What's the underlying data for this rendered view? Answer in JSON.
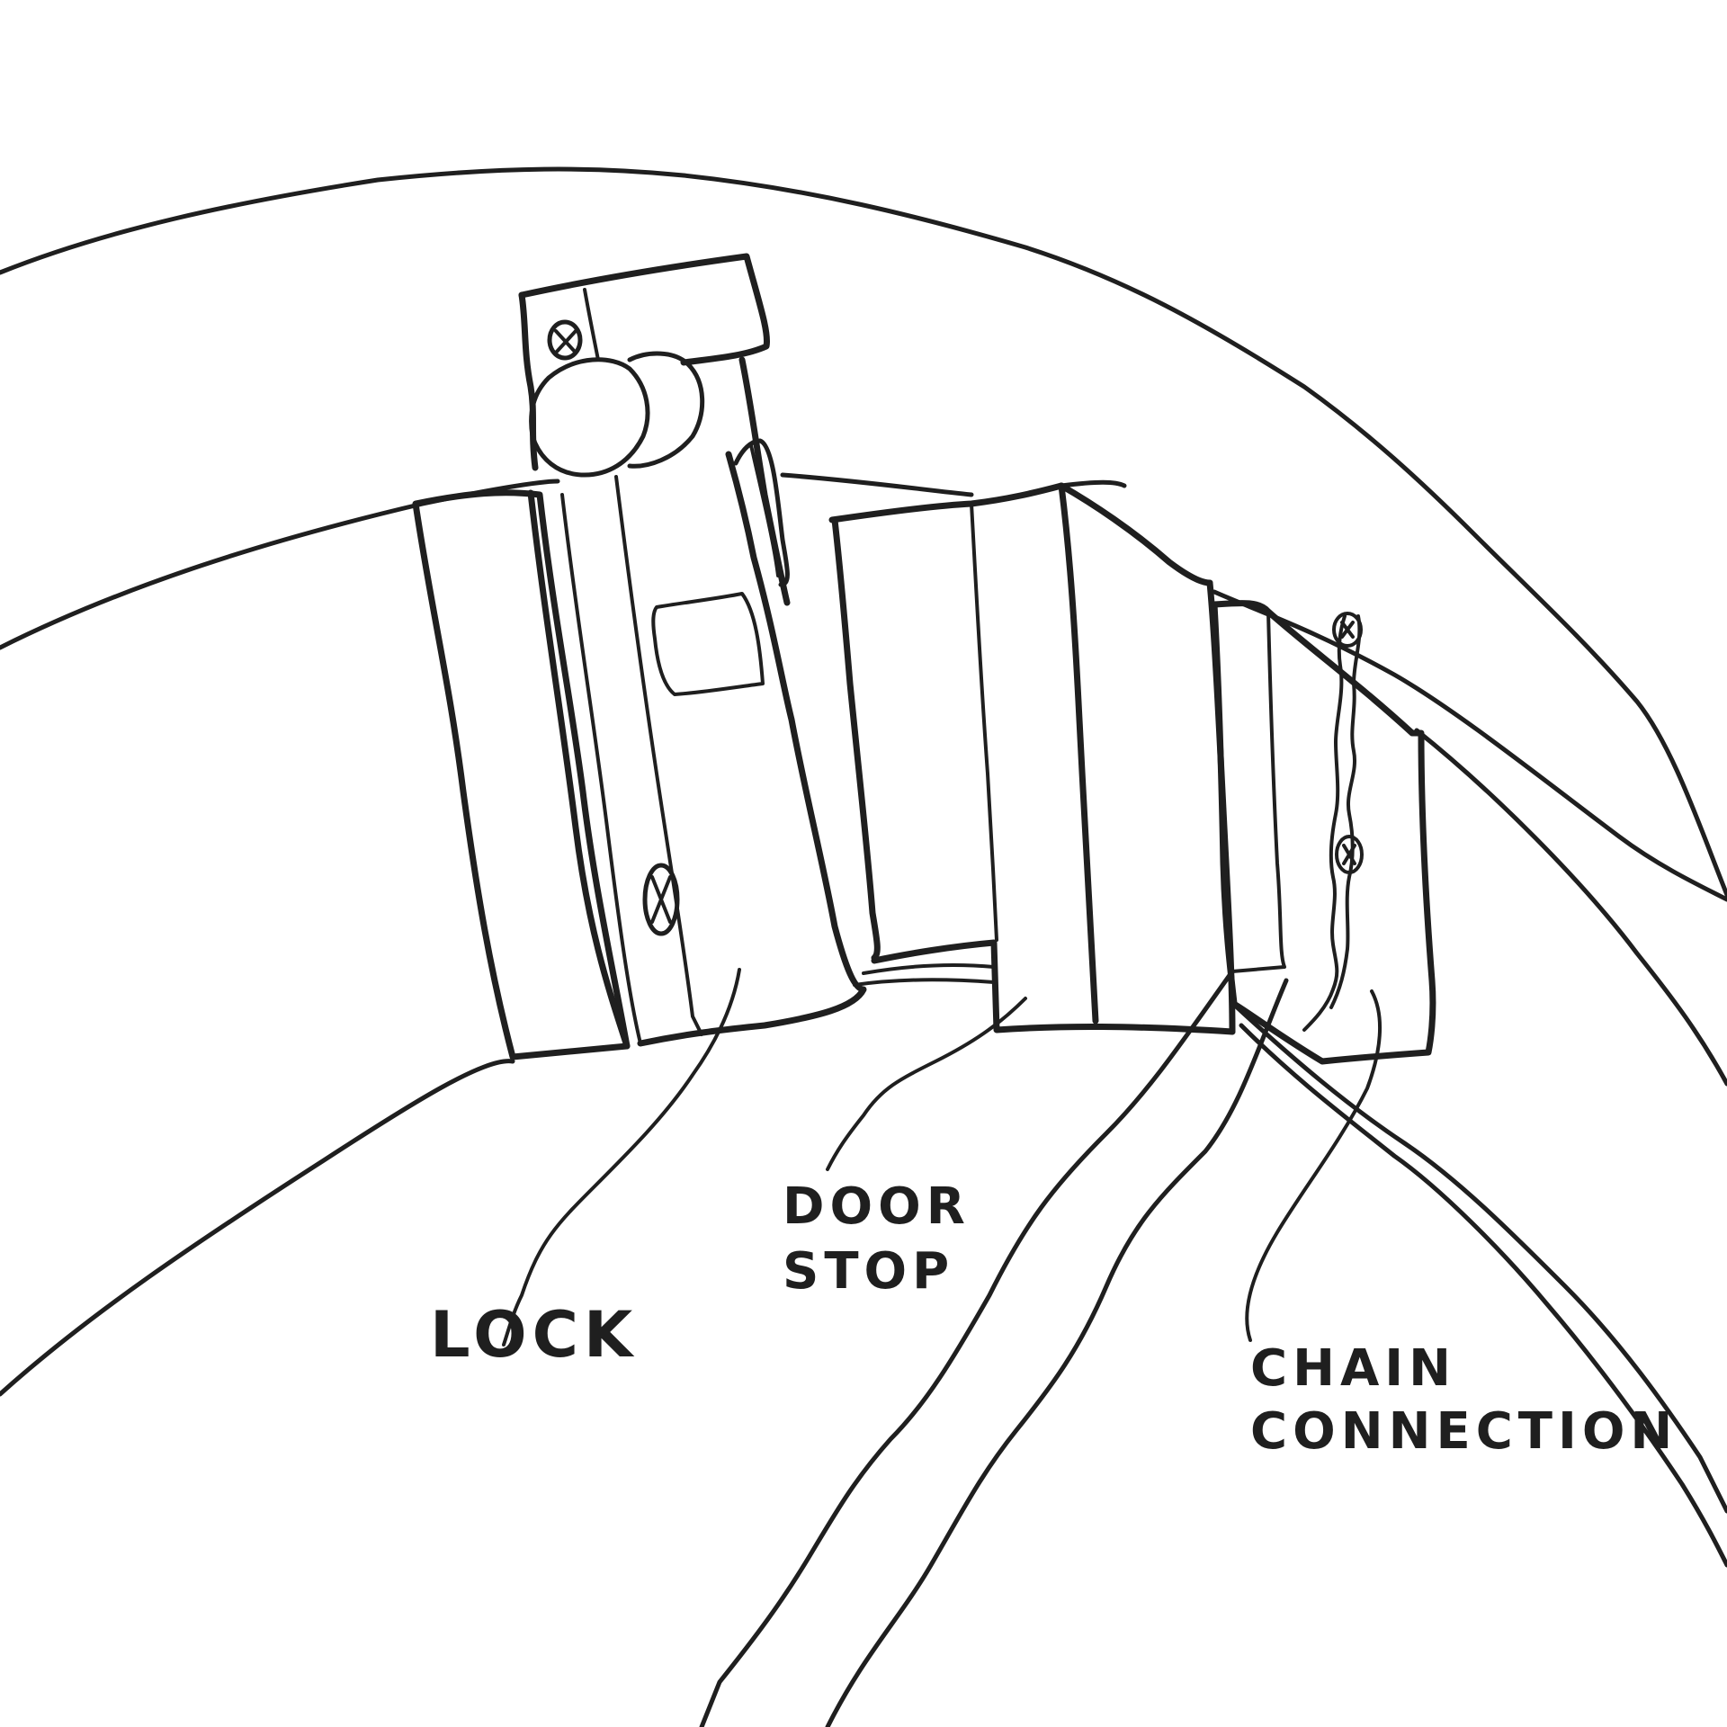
{
  "labels": {
    "lock": "LOCK",
    "door_stop_line1": "DOOR",
    "door_stop_line2": "STOP",
    "chain_line1": "CHAIN",
    "chain_line2": "CONNECTION"
  },
  "colors": {
    "ink": "#1f1f1f",
    "background": "#ffffff"
  }
}
